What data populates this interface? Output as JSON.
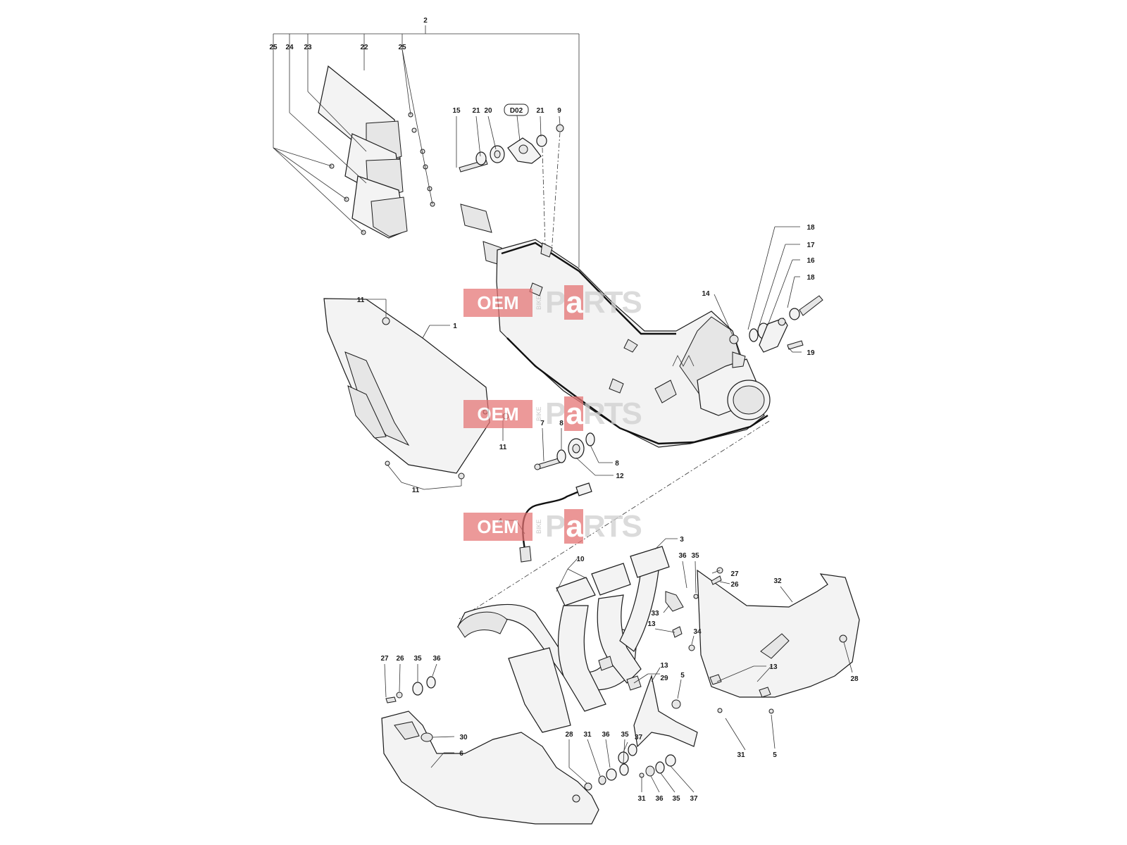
{
  "watermark": {
    "oem": "OEM",
    "bike": "BIKE",
    "parts_pre": "P",
    "parts_a": "a",
    "parts_post": "RTS",
    "colors": {
      "oem_bg": "#e57373",
      "parts": "#d0d0d0"
    }
  },
  "callouts": {
    "c1": "1",
    "c2": "2",
    "c3": "3",
    "c4": "4",
    "c5a": "5",
    "c5b": "5",
    "c6": "6",
    "c7": "7",
    "c8a": "8",
    "c8b": "8",
    "c9": "9",
    "c10": "10",
    "c11a": "11",
    "c11b": "11",
    "c11c": "11",
    "c12": "12",
    "c13a": "13",
    "c13b": "13",
    "c13c": "13",
    "c14": "14",
    "c15": "15",
    "c16": "16",
    "c17": "17",
    "c18a": "18",
    "c18b": "18",
    "c19": "19",
    "c20": "20",
    "c21a": "21",
    "c21b": "21",
    "c22": "22",
    "c23": "23",
    "c24": "24",
    "c25a": "25",
    "c25b": "25",
    "c26a": "26",
    "c26b": "26",
    "c27a": "27",
    "c27b": "27",
    "c28a": "28",
    "c28b": "28",
    "c29": "29",
    "c30": "30",
    "c31a": "31",
    "c31b": "31",
    "c31c": "31",
    "c32": "32",
    "c33": "33",
    "c34": "34",
    "c35a": "35",
    "c35b": "35",
    "c35c": "35",
    "c35d": "35",
    "c36a": "36",
    "c36b": "36",
    "c36c": "36",
    "c36d": "36",
    "c37a": "37",
    "c37b": "37",
    "d02": "D02"
  }
}
